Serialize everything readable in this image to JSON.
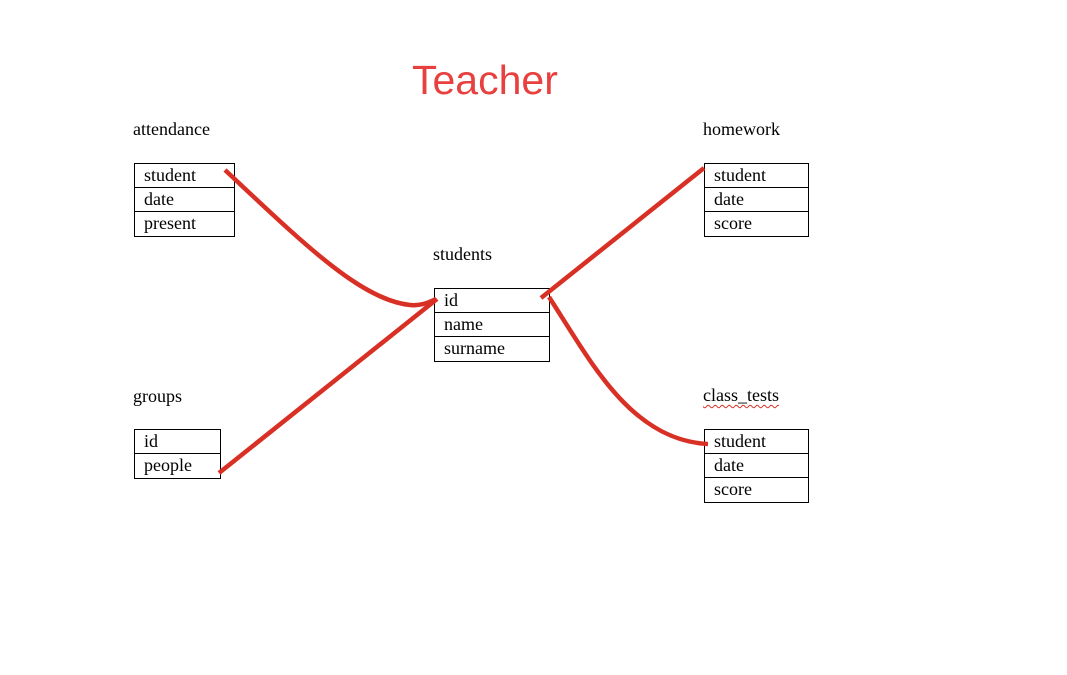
{
  "diagram": {
    "title": "Teacher",
    "accent_color": "#d93025",
    "entities": {
      "attendance": {
        "name": "attendance",
        "fields": [
          "student",
          "date",
          "present"
        ]
      },
      "homework": {
        "name": "homework",
        "fields": [
          "student",
          "date",
          "score"
        ]
      },
      "students": {
        "name": "students",
        "fields": [
          "id",
          "name",
          "surname"
        ]
      },
      "groups": {
        "name": "groups",
        "fields": [
          "id",
          "people"
        ]
      },
      "class_tests": {
        "name": "class_tests",
        "fields": [
          "student",
          "date",
          "score"
        ]
      }
    },
    "relations": [
      {
        "from": "attendance.student",
        "to": "students.id"
      },
      {
        "from": "homework.student",
        "to": "students.id"
      },
      {
        "from": "groups.people",
        "to": "students.id"
      },
      {
        "from": "class_tests.student",
        "to": "students.id"
      }
    ]
  }
}
